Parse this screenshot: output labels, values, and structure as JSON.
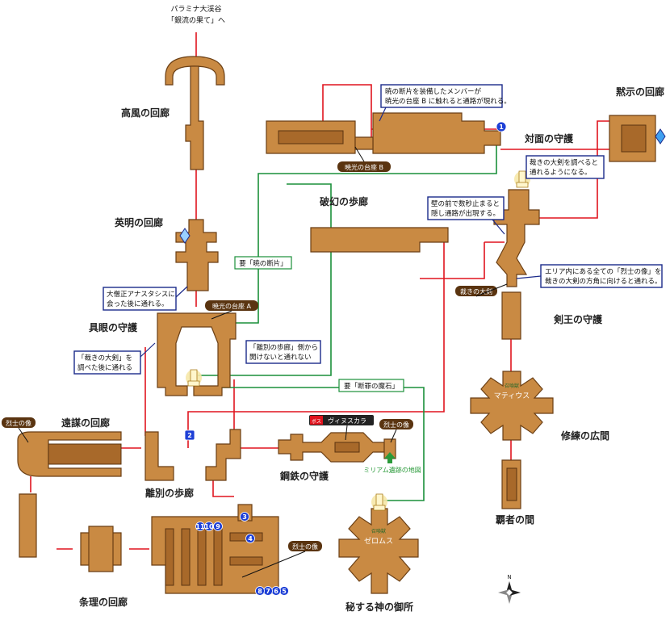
{
  "top_exit": {
    "line1": "パラミナ大渓谷",
    "line2": "「銀流の果て」へ"
  },
  "areas": {
    "koufuu": "高風の回廊",
    "eimei": "英明の回廊",
    "gugan": "具眼の守護",
    "enbou": "遠謀の回廊",
    "ribetsu": "離別の歩廊",
    "jouri": "条理の回廊",
    "koutetsu": "鋼鉄の守護",
    "hikyoku": "秘する神の御所",
    "hagen": "破幻の歩廊",
    "taimen": "対面の守護",
    "mokuji": "黙示の回廊",
    "kenou": "剣王の守護",
    "shuren": "修練の広間",
    "hasha": "覇者の間"
  },
  "tags": {
    "daiza_a": "暁光の台座 A",
    "daiza_b": "暁光の台座 B",
    "sabaki": "裁きの大剣",
    "venus_badge": "ボス",
    "venus": "ヴィヌスカラ",
    "miriam": "ミリアム遺跡の地図",
    "mateus_badge": "召喚獣",
    "mateus": "マティウス",
    "zeromus_badge": "召喚獣",
    "zeromus": "ゼロムス",
    "statue1": "烈士の像",
    "statue2": "烈士の像",
    "statue3": "烈士の像",
    "key_akatsuki": "要「暁の断片」",
    "key_danzai": "要「断罪の魔石」"
  },
  "notes": {
    "daiza_b_note": [
      "暁の断片を装備したメンバーが",
      "暁光の台座 B に触れると通路が現れる。"
    ],
    "sabaki_check": [
      "裁きの大剣を調べると",
      "通れるようになる。"
    ],
    "hidden_path": [
      "壁の前で数秒止まると",
      "隠し通路が出現する。"
    ],
    "statue_turn": [
      "エリア内にある全ての「烈士の像」を",
      "裁きの大剣の方角に向けると通れる。"
    ],
    "anastasis": [
      "大僧正アナスタシスに",
      "会った後に通れる。"
    ],
    "sword_check": [
      "「裁きの大剣」を",
      "調べた後に通れる"
    ],
    "one_way": [
      "「離別の歩廊」側から",
      "開けないと通れない"
    ]
  },
  "markers": [
    "1",
    "2",
    "3",
    "4",
    "5",
    "6",
    "7",
    "8",
    "9",
    "10",
    "11"
  ],
  "compass": {
    "north": "N"
  },
  "colors": {
    "room": "#c98a43",
    "route_red": "#e0141e",
    "route_green": "#1a8f3a",
    "note_border": "#1b2a8a",
    "marker": "#1d3fd6"
  }
}
